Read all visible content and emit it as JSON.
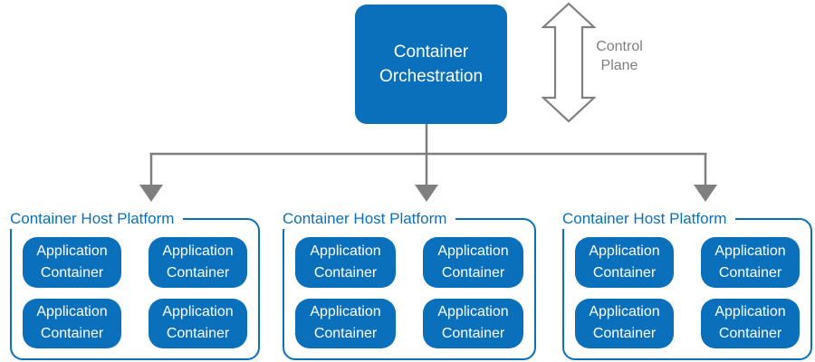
{
  "colors": {
    "accent_blue": "#0B70BB",
    "connector_gray": "#7F7F7F"
  },
  "orchestration": {
    "label": "Container Orchestration"
  },
  "control_plane": {
    "label": "Control Plane"
  },
  "hosts": [
    {
      "label": "Container Host Platform",
      "containers": [
        "Application Container",
        "Application Container",
        "Application Container",
        "Application Container"
      ]
    },
    {
      "label": "Container Host Platform",
      "containers": [
        "Application Container",
        "Application Container",
        "Application Container",
        "Application Container"
      ]
    },
    {
      "label": "Container Host Platform",
      "containers": [
        "Application Container",
        "Application Container",
        "Application Container",
        "Application Container"
      ]
    }
  ]
}
